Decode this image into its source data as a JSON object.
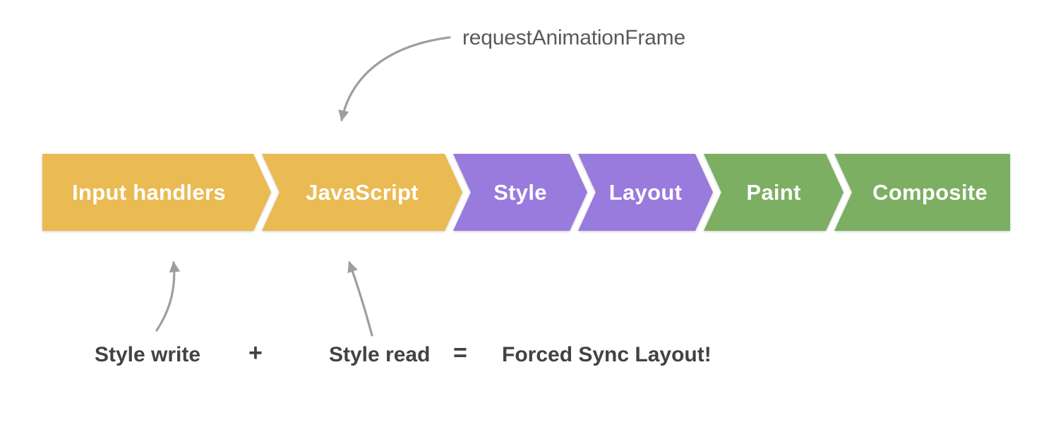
{
  "pipeline": {
    "stages": [
      {
        "label": "Input handlers",
        "color": "#EABA53"
      },
      {
        "label": "JavaScript",
        "color": "#EABA53"
      },
      {
        "label": "Style",
        "color": "#997ADD"
      },
      {
        "label": "Layout",
        "color": "#997ADD"
      },
      {
        "label": "Paint",
        "color": "#7CAF62"
      },
      {
        "label": "Composite",
        "color": "#7CAF62"
      }
    ],
    "label_color": "#FFFFFF"
  },
  "annotations": {
    "raf": "requestAnimationFrame",
    "style_write": "Style write",
    "plus": "+",
    "style_read": "Style read",
    "equals": "=",
    "result": "Forced Sync Layout!"
  },
  "colors": {
    "background": "#FFFFFF",
    "arrow": "#9E9E9E",
    "raf_text": "#59595C",
    "bottom_text": "#424242"
  }
}
